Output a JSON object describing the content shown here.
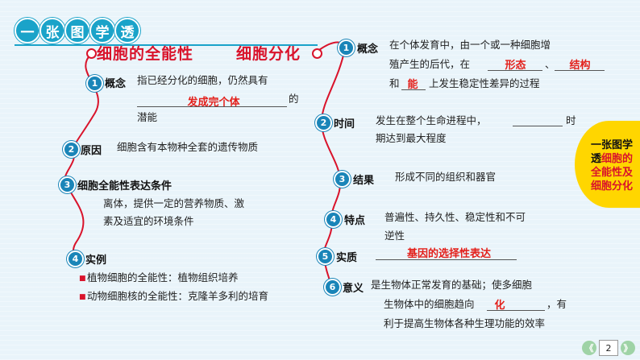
{
  "header": {
    "badges": [
      "一",
      "张",
      "图",
      "学",
      "透"
    ]
  },
  "left": {
    "title": "细胞的全能性",
    "items": [
      {
        "num": "1",
        "label": "概念",
        "line1": "指已经分化的细胞，仍然具有",
        "answer": "发成完个体",
        "tail": "的",
        "line3": "潜能"
      },
      {
        "num": "2",
        "label": "原因",
        "line1": "细胞含有本物种全套的遗传物质"
      },
      {
        "num": "3",
        "label": "细胞全能性表达条件",
        "line1": "离体，提供一定的营养物质、激",
        "line2": "素及适宜的环境条件"
      },
      {
        "num": "4",
        "label": "实例",
        "bullets": [
          "植物细胞的全能性：植物组织培养",
          "动物细胞核的全能性：克隆羊多利的培育"
        ]
      }
    ]
  },
  "right": {
    "title": "细胞分化",
    "items": [
      {
        "num": "1",
        "label": "概念",
        "line1": "在个体发育中，由一个或一种细胞增",
        "line2a": "殖产生的后代，在",
        "ans1": "形态",
        "sep": "、",
        "ans2": "结构",
        "line3a": "和",
        "ans3": "能",
        "line3b": "上发生稳定性差异的过程"
      },
      {
        "num": "2",
        "label": "时间",
        "line1a": "发生在整个生命进程中，",
        "line1b": "时",
        "line2": "期达到最大程度"
      },
      {
        "num": "3",
        "label": "结果",
        "line1": "形成不同的组织和器官"
      },
      {
        "num": "4",
        "label": "特点",
        "line1": "普遍性、持久性、稳定性和不可",
        "line2": "逆性"
      },
      {
        "num": "5",
        "label": "实质",
        "answer": "基因的选择性表达"
      },
      {
        "num": "6",
        "label": "意义",
        "line1": "是生物体正常发育的基础；使多细胞",
        "line2a": "生物体中的细胞趋向",
        "ans": "化",
        "line2b": "，有",
        "line3": "利于提高生物体各种生理功能的效率"
      }
    ]
  },
  "side_tag": {
    "line1": "一张图学",
    "line2a": "透",
    "line2b": "细胞的",
    "line3": "全能性及",
    "line4": "细胞分化"
  },
  "footer": {
    "page": "2",
    "prev": "《",
    "next": "》"
  },
  "colors": {
    "accent": "#1aa3c9",
    "red": "#d9132b",
    "yellow": "#ffd600"
  }
}
